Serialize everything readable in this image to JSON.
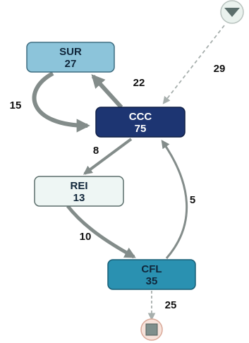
{
  "colors": {
    "edge": "#838c8a",
    "dashed_edge": "#a7afad",
    "sur_fill": "#8cc4da",
    "sur_stroke": "#3d6c80",
    "ccc_fill": "#1d3572",
    "ccc_stroke": "#0f1e45",
    "rei_fill": "#eef6f4",
    "rei_stroke": "#5c6f6c",
    "cfl_fill": "#2a91b1",
    "cfl_stroke": "#175d75",
    "dark_text": "#10263a",
    "light_text": "#ffffff",
    "start_fill": "#eaf2ee",
    "start_arrow": "#5c6f6c",
    "end_fill": "#f6e2da",
    "end_square": "#7f8f8c"
  },
  "nodes": {
    "sur": {
      "label": "SUR",
      "count": "27"
    },
    "ccc": {
      "label": "CCC",
      "count": "75"
    },
    "rei": {
      "label": "REI",
      "count": "13"
    },
    "cfl": {
      "label": "CFL",
      "count": "35"
    }
  },
  "start_icon": "triangle-down-icon",
  "end_icon": "square-stop-icon",
  "edges": {
    "start_to_ccc": "29",
    "ccc_to_sur": "22",
    "sur_to_ccc": "15",
    "ccc_to_rei": "8",
    "rei_to_cfl": "10",
    "cfl_to_ccc": "5",
    "cfl_to_end": "25"
  }
}
